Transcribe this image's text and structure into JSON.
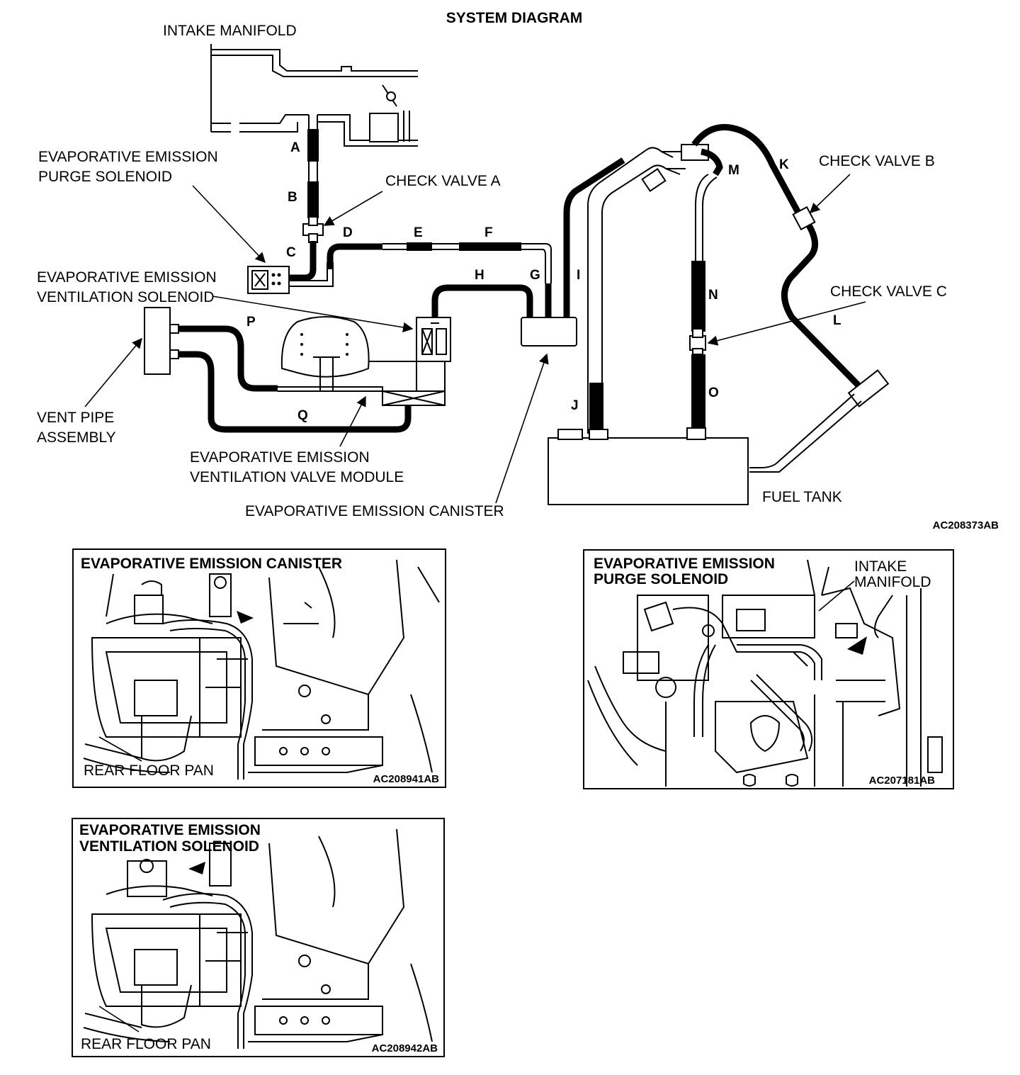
{
  "system_diagram": {
    "title": "SYSTEM DIAGRAM",
    "figure_code": "AC208373AB",
    "labels": {
      "intake_manifold": "INTAKE MANIFOLD",
      "purge_solenoid_line1": "EVAPORATIVE EMISSION",
      "purge_solenoid_line2": "PURGE SOLENOID",
      "check_valve_a": "CHECK VALVE A",
      "ventilation_solenoid_line1": "EVAPORATIVE EMISSION",
      "ventilation_solenoid_line2": "VENTILATION SOLENOID",
      "vent_pipe_line1": "VENT PIPE",
      "vent_pipe_line2": "ASSEMBLY",
      "valve_module_line1": "EVAPORATIVE EMISSION",
      "valve_module_line2": "VENTILATION VALVE MODULE",
      "canister": "EVAPORATIVE EMISSION CANISTER",
      "check_valve_b": "CHECK VALVE B",
      "check_valve_c": "CHECK VALVE C",
      "fuel_tank": "FUEL TANK"
    },
    "hoses": [
      "A",
      "B",
      "C",
      "D",
      "E",
      "F",
      "G",
      "H",
      "I",
      "J",
      "K",
      "L",
      "M",
      "N",
      "O",
      "P",
      "Q"
    ]
  },
  "detail_canister": {
    "title": "EVAPORATIVE EMISSION CANISTER",
    "label": "REAR FLOOR PAN",
    "code": "AC208941AB"
  },
  "detail_purge": {
    "title_line1": "EVAPORATIVE EMISSION",
    "title_line2": "PURGE SOLENOID",
    "label_line1": "INTAKE",
    "label_line2": "MANIFOLD",
    "code": "AC207181AB"
  },
  "detail_ventilation": {
    "title_line1": "EVAPORATIVE EMISSION",
    "title_line2": "VENTILATION SOLENOID",
    "label": "REAR FLOOR PAN",
    "code": "AC208942AB"
  }
}
